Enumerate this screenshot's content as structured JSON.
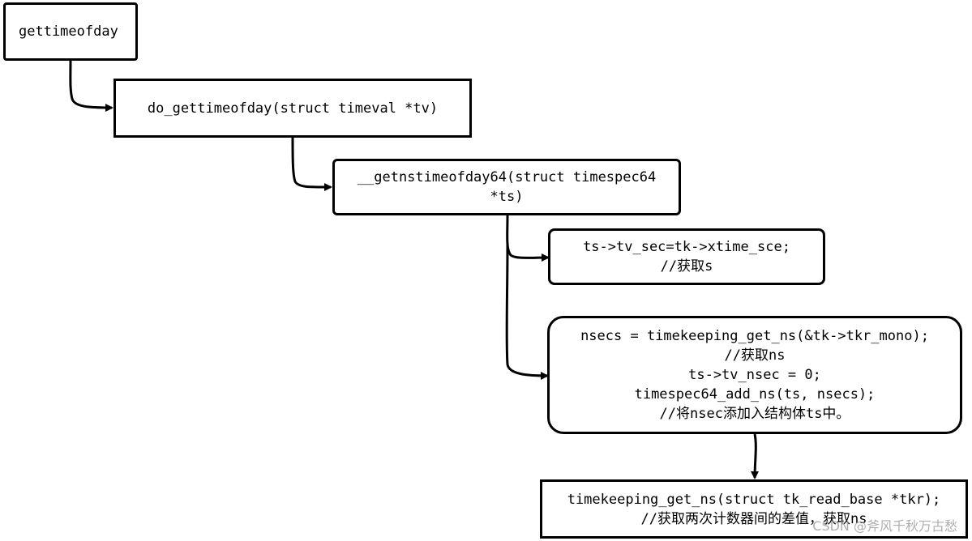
{
  "nodes": [
    {
      "id": "n1",
      "lines": [
        "gettimeofday"
      ]
    },
    {
      "id": "n2",
      "lines": [
        "do_gettimeofday(struct timeval *tv)"
      ]
    },
    {
      "id": "n3",
      "lines": [
        "__getnstimeofday64(struct timespec64",
        "*ts)"
      ]
    },
    {
      "id": "n4",
      "lines": [
        "ts->tv_sec=tk->xtime_sce;",
        "//获取s"
      ]
    },
    {
      "id": "n5",
      "lines": [
        "nsecs = timekeeping_get_ns(&tk->tkr_mono);",
        "//获取ns",
        "ts->tv_nsec = 0;",
        "timespec64_add_ns(ts, nsecs);",
        "//将nsec添加入结构体ts中。"
      ]
    },
    {
      "id": "n6",
      "lines": [
        "timekeeping_get_ns(struct tk_read_base *tkr);",
        "//获取两次计数器间的差值，获取ns"
      ]
    }
  ],
  "edges": [
    {
      "from": "n1",
      "to": "n2"
    },
    {
      "from": "n2",
      "to": "n3"
    },
    {
      "from": "n3",
      "to": "n4"
    },
    {
      "from": "n3",
      "to": "n5"
    },
    {
      "from": "n5",
      "to": "n6"
    }
  ],
  "watermark": "CSDN @斧风千秋万古愁",
  "colors": {
    "stroke": "#000000",
    "background": "#ffffff",
    "watermark": "#a0a0a0"
  }
}
